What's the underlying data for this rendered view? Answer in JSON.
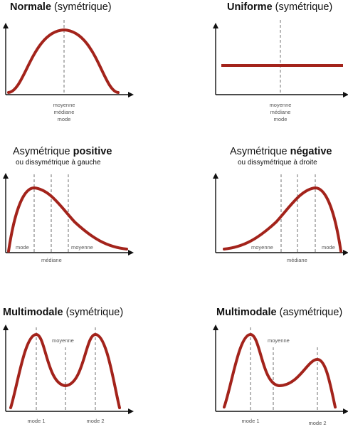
{
  "colors": {
    "curve": "#a3231b",
    "axis": "#111111",
    "guide": "#888888"
  },
  "panels": {
    "normal": {
      "title_bold": "Normale",
      "title_rest": " (symétrique)",
      "labels": [
        "moyenne",
        "médiane",
        "mode"
      ]
    },
    "uniform": {
      "title_bold": "Uniforme",
      "title_rest": " (symétrique)",
      "labels": [
        "moyenne",
        "médiane",
        "mode"
      ]
    },
    "positive": {
      "title_pre": "Asymétrique ",
      "title_bold": "positive",
      "subtitle": "ou dissymétrique à gauche",
      "label_mode": "mode",
      "label_median": "médiane",
      "label_mean": "moyenne"
    },
    "negative": {
      "title_pre": "Asymétrique ",
      "title_bold": "négative",
      "subtitle": "ou dissymétrique à droite",
      "label_mean": "moyenne",
      "label_median": "médiane",
      "label_mode": "mode"
    },
    "multi_sym": {
      "title_bold": "Multimodale",
      "title_rest": " (symétrique)",
      "label_mean": "moyenne",
      "label_mode1": "mode 1",
      "label_mode2": "mode 2"
    },
    "multi_asym": {
      "title_bold": "Multimodale",
      "title_rest": " (asymétrique)",
      "label_mean": "moyenne",
      "label_mode1": "mode 1",
      "label_mode2": "mode 2"
    }
  }
}
